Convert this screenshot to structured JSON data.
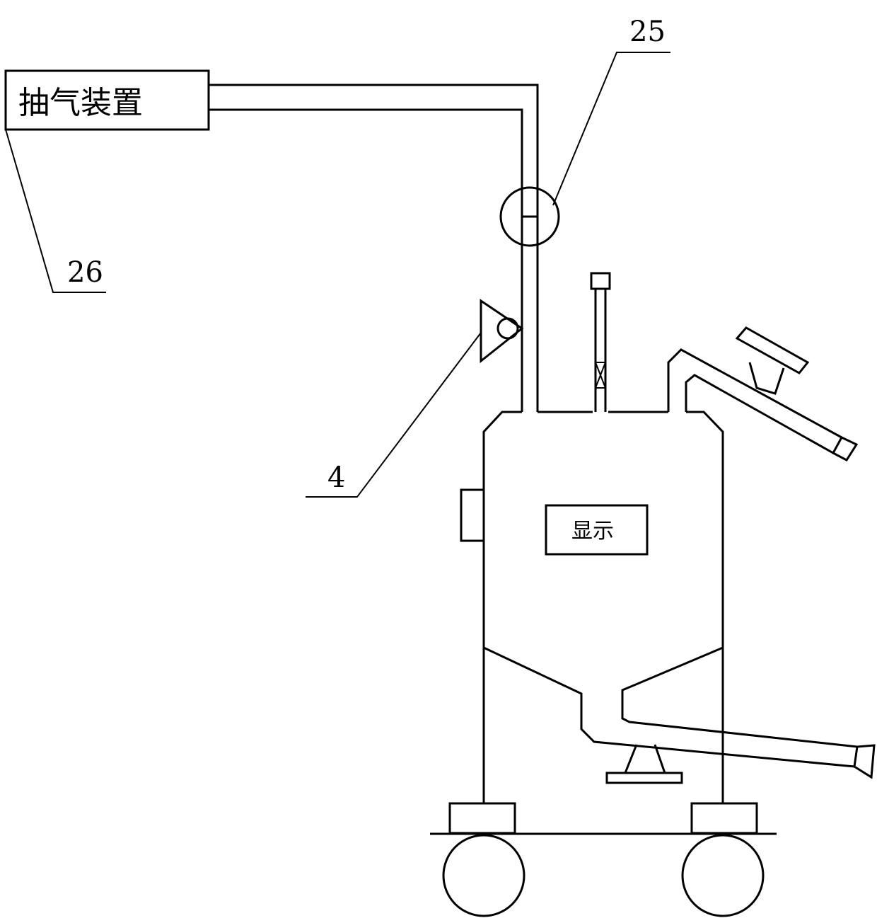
{
  "labels": {
    "pump_device": "抽气装置",
    "display": "显示",
    "ref_25": "25",
    "ref_26": "26",
    "ref_4": "4"
  }
}
